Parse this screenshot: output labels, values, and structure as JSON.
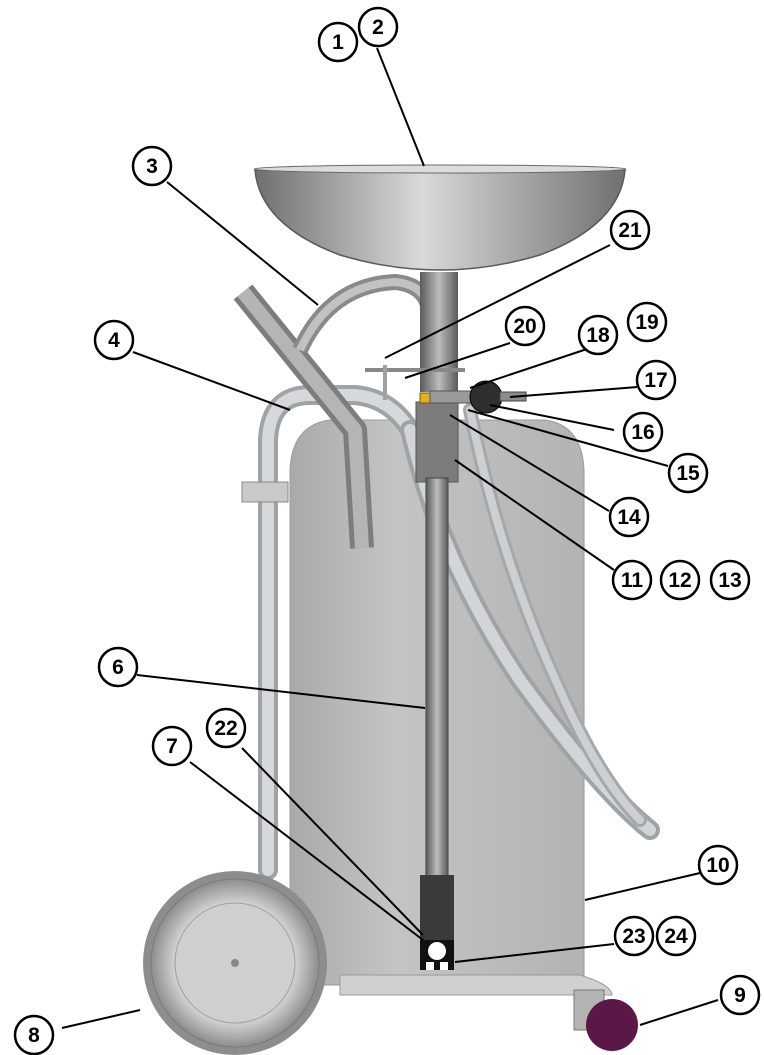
{
  "diagram": {
    "type": "exploded-parts-callout",
    "subject": "mobile waste oil drainer",
    "colors": {
      "tank": "#b9b9b9",
      "tank_shadow": "#a8a8a8",
      "metal": "#9f9f9f",
      "metal_dark": "#6b6b6b",
      "hose": "#bfc3c6",
      "caster_wheel": "#5b1846",
      "valve_accent": "#e0b020",
      "outline": "#000000"
    },
    "parts": [
      {
        "id": "1",
        "label": "1",
        "icon": "funnel-rim"
      },
      {
        "id": "2",
        "label": "2",
        "icon": "funnel-bowl"
      },
      {
        "id": "3",
        "label": "3",
        "icon": "handle"
      },
      {
        "id": "4",
        "label": "4",
        "icon": "discharge-hose"
      },
      {
        "id": "6",
        "label": "6",
        "icon": "suction-tube"
      },
      {
        "id": "7",
        "label": "7",
        "icon": "tube-fitting"
      },
      {
        "id": "8",
        "label": "8",
        "icon": "wheel"
      },
      {
        "id": "9",
        "label": "9",
        "icon": "caster-wheel"
      },
      {
        "id": "10",
        "label": "10",
        "icon": "tank"
      },
      {
        "id": "11",
        "label": "11",
        "icon": "sleeve"
      },
      {
        "id": "12",
        "label": "12",
        "icon": "sleeve-part"
      },
      {
        "id": "13",
        "label": "13",
        "icon": "sleeve-part"
      },
      {
        "id": "14",
        "label": "14",
        "icon": "valve-nut"
      },
      {
        "id": "15",
        "label": "15",
        "icon": "bracket"
      },
      {
        "id": "16",
        "label": "16",
        "icon": "valve-body"
      },
      {
        "id": "17",
        "label": "17",
        "icon": "air-fitting"
      },
      {
        "id": "18",
        "label": "18",
        "icon": "pressure-gauge"
      },
      {
        "id": "19",
        "label": "19",
        "icon": "gauge-part"
      },
      {
        "id": "20",
        "label": "20",
        "icon": "clamp"
      },
      {
        "id": "21",
        "label": "21",
        "icon": "support-rod"
      },
      {
        "id": "22",
        "label": "22",
        "icon": "tube-base"
      },
      {
        "id": "23",
        "label": "23",
        "icon": "drain-valve"
      },
      {
        "id": "24",
        "label": "24",
        "icon": "drain-valve-part"
      }
    ]
  }
}
